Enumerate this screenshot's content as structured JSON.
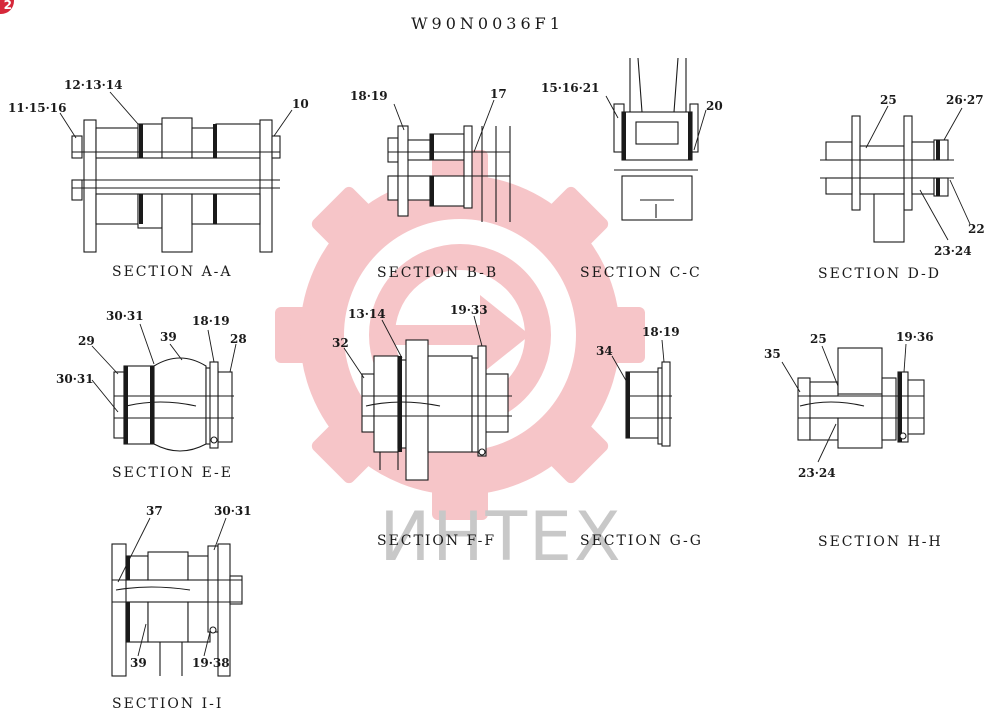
{
  "document": {
    "code": "W90N0036F1",
    "corner_badge": "2"
  },
  "watermark": {
    "text": "ИНТЕХ",
    "gear_color": "#f6c5c8",
    "text_color": "#c8c8c8"
  },
  "sections": {
    "a": {
      "title": "SECTION A-A",
      "labels": [
        "11·15·16",
        "12·13·14",
        "10"
      ]
    },
    "b": {
      "title": "SECTION B-B",
      "labels": [
        "18·19",
        "17"
      ]
    },
    "c": {
      "title": "SECTION C-C",
      "labels": [
        "15·16·21",
        "20"
      ]
    },
    "d": {
      "title": "SECTION D-D",
      "labels": [
        "25",
        "26·27",
        "22",
        "23·24"
      ]
    },
    "e": {
      "title": "SECTION E-E",
      "labels": [
        "30·31",
        "18·19",
        "29",
        "39",
        "28",
        "30·31"
      ]
    },
    "f": {
      "title": "SECTION F-F",
      "labels": [
        "13·14",
        "19·33",
        "32"
      ]
    },
    "g": {
      "title": "SECTION G-G",
      "labels": [
        "18·19",
        "34"
      ]
    },
    "h": {
      "title": "SECTION H-H",
      "labels": [
        "25",
        "19·36",
        "35",
        "23·24"
      ]
    },
    "i": {
      "title": "SECTION I-I",
      "labels": [
        "37",
        "30·31",
        "39",
        "19·38"
      ]
    }
  }
}
